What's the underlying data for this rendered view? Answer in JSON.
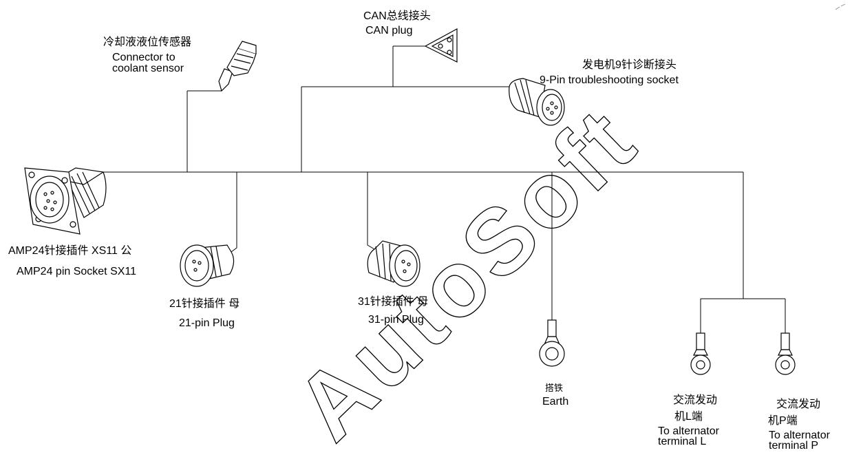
{
  "connectors": {
    "coolant_sensor": {
      "label_cn": "冷却液液位传感器",
      "label_en_1": "Connector to",
      "label_en_2": "coolant  sensor"
    },
    "can_plug": {
      "label_cn": "CAN总线接头",
      "label_en": "CAN plug"
    },
    "diag_socket": {
      "label_cn": "发电机9针诊断接头",
      "label_en": "9-Pin troubleshooting socket"
    },
    "amp24": {
      "label_cn": "AMP24针接插件 XS11 公",
      "label_en": "AMP24 pin Socket SX11"
    },
    "pin21": {
      "label_cn": "21针接插件 母",
      "label_en": "21-pin Plug"
    },
    "pin31": {
      "label_cn": "31针接插件 母",
      "label_en": "31-pin Plug"
    },
    "earth": {
      "label_cn": "搭铁",
      "label_en": "Earth"
    },
    "alt_l": {
      "label_cn_1": "交流发动",
      "label_cn_2": "机L端",
      "label_en_1": "To alternator",
      "label_en_2": "terminal L"
    },
    "alt_p": {
      "label_cn_1": "交流发动",
      "label_cn_2": "机P端",
      "label_en_1": "To alternator",
      "label_en_2": "terminal P"
    }
  },
  "watermark": {
    "text": "AutoSoft"
  },
  "colors": {
    "line": "#000000",
    "background": "#ffffff"
  }
}
